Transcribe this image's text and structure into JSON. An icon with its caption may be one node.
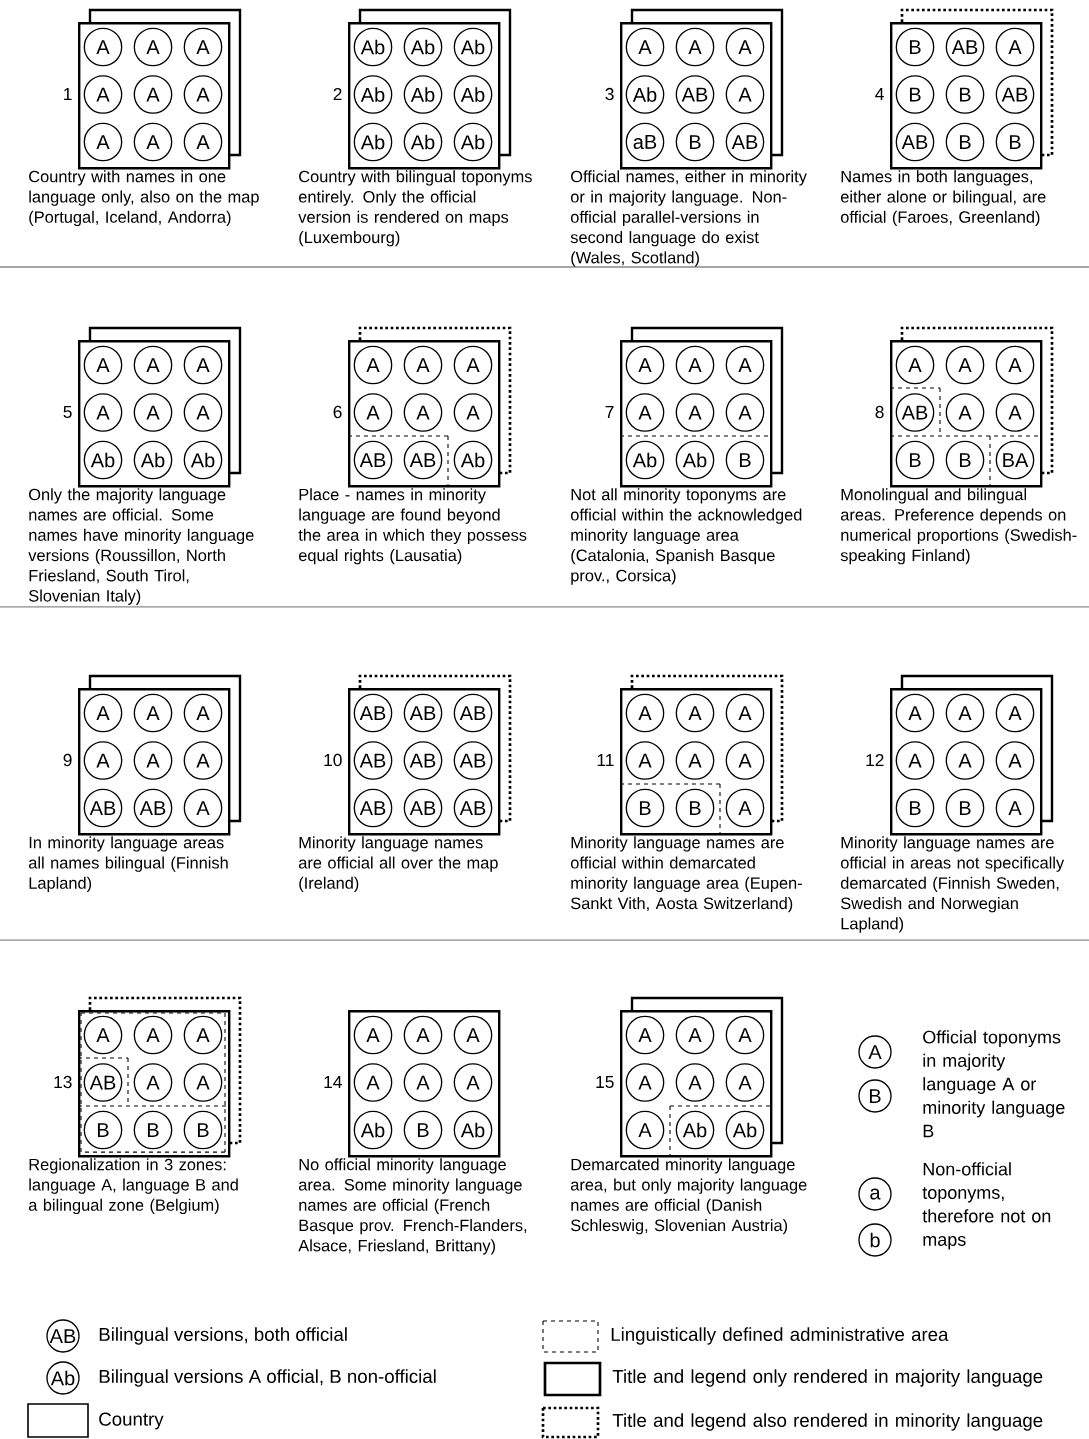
{
  "diagram": {
    "nodes": [
      {
        "text": [],
        "shape": "box",
        "beside": [
          "1",
          "Country with names in one language only, also on the map (Portugal, Iceland, Andorra)"
        ]
      },
      {
        "text": [
          "A"
        ],
        "in": 0
      },
      {
        "text": [
          "A"
        ],
        "in": 0
      },
      {
        "text": [
          "A"
        ],
        "in": 0
      },
      {
        "text": [
          "A"
        ],
        "in": 0
      },
      {
        "text": [
          "A"
        ],
        "in": 0
      },
      {
        "text": [
          "A"
        ],
        "in": 0
      },
      {
        "text": [
          "A"
        ],
        "in": 0
      },
      {
        "text": [
          "A"
        ],
        "in": 0
      },
      {
        "text": [
          "A"
        ],
        "in": 0
      },
      {
        "text": [],
        "shape": "box",
        "beside": [
          "2",
          "Country with bilingual toponyms entirely. Only the official version is rendered on maps (Luxembourg)"
        ]
      },
      {
        "text": [
          "Ab"
        ],
        "in": 10
      },
      {
        "text": [
          "Ab"
        ],
        "in": 10
      },
      {
        "text": [
          "Ab"
        ],
        "in": 10
      },
      {
        "text": [
          "Ab"
        ],
        "in": 10
      },
      {
        "text": [
          "Ab"
        ],
        "in": 10
      },
      {
        "text": [
          "Ab"
        ],
        "in": 10
      },
      {
        "text": [
          "Ab"
        ],
        "in": 10
      },
      {
        "text": [
          "Ab"
        ],
        "in": 10
      },
      {
        "text": [
          "Ab"
        ],
        "in": 10
      },
      {
        "text": [],
        "shape": "box",
        "beside": [
          "3",
          "Official names, either in minority or in majority language. Non-official parallel-versions in second language do exist (Wales, Scotland)"
        ]
      },
      {
        "text": [
          "A"
        ],
        "in": 20
      },
      {
        "text": [
          "A"
        ],
        "in": 20
      },
      {
        "text": [
          "A"
        ],
        "in": 20
      },
      {
        "text": [
          "Ab"
        ],
        "in": 20
      },
      {
        "text": [
          "AB"
        ],
        "in": 20
      },
      {
        "text": [
          "A"
        ],
        "in": 20
      },
      {
        "text": [
          "aB"
        ],
        "in": 20
      },
      {
        "text": [
          "B"
        ],
        "in": 20
      },
      {
        "text": [
          "AB"
        ],
        "in": 20
      },
      {
        "text": [],
        "shape": "box",
        "beside": [
          "4",
          "Names in both languages, either alone or bilingual, are official (Faroes, Greenland)"
        ]
      },
      {
        "text": [
          "B"
        ],
        "in": 30
      },
      {
        "text": [
          "AB"
        ],
        "in": 30
      },
      {
        "text": [
          "A"
        ],
        "in": 30
      },
      {
        "text": [
          "B"
        ],
        "in": 30
      },
      {
        "text": [
          "B"
        ],
        "in": 30
      },
      {
        "text": [
          "AB"
        ],
        "in": 30
      },
      {
        "text": [
          "AB"
        ],
        "in": 30
      },
      {
        "text": [
          "B"
        ],
        "in": 30
      },
      {
        "text": [
          "B"
        ],
        "in": 30
      },
      {
        "text": [],
        "shape": "box",
        "beside": [
          "5",
          "Only the majority language names are official. Some names have minority language versions (Roussillon, North Friesland, South Tirol, Slovenian Italy)"
        ]
      },
      {
        "text": [
          "A"
        ],
        "in": 40
      },
      {
        "text": [
          "A"
        ],
        "in": 40
      },
      {
        "text": [
          "A"
        ],
        "in": 40
      },
      {
        "text": [
          "A"
        ],
        "in": 40
      },
      {
        "text": [
          "A"
        ],
        "in": 40
      },
      {
        "text": [
          "A"
        ],
        "in": 40
      },
      {
        "text": [
          "Ab"
        ],
        "in": 40
      },
      {
        "text": [
          "Ab"
        ],
        "in": 40
      },
      {
        "text": [
          "Ab"
        ],
        "in": 40
      },
      {
        "text": [],
        "shape": "box",
        "beside": [
          "6",
          "Place - names in minority language are found beyond the area in which they possess equal rights (Lausatia)"
        ]
      },
      {
        "text": [
          "A"
        ],
        "in": 50
      },
      {
        "text": [
          "A"
        ],
        "in": 50
      },
      {
        "text": [
          "A"
        ],
        "in": 50
      },
      {
        "text": [
          "A"
        ],
        "in": 50
      },
      {
        "text": [
          "A"
        ],
        "in": 50
      },
      {
        "text": [
          "A"
        ],
        "in": 50
      },
      {
        "text": [
          "AB"
        ],
        "in": 50
      },
      {
        "text": [
          "AB"
        ],
        "in": 50
      },
      {
        "text": [
          "Ab"
        ],
        "in": 50
      },
      {
        "text": [],
        "shape": "box",
        "beside": [
          "7",
          "Not all minority toponyms are official within the acknowledged minority language area (Catalonia, Spanish Basque prov., Corsica)"
        ]
      },
      {
        "text": [
          "A"
        ],
        "in": 60
      },
      {
        "text": [
          "A"
        ],
        "in": 60
      },
      {
        "text": [
          "A"
        ],
        "in": 60
      },
      {
        "text": [
          "A"
        ],
        "in": 60
      },
      {
        "text": [
          "A"
        ],
        "in": 60
      },
      {
        "text": [
          "A"
        ],
        "in": 60
      },
      {
        "text": [
          "Ab"
        ],
        "in": 60
      },
      {
        "text": [
          "Ab"
        ],
        "in": 60
      },
      {
        "text": [
          "B"
        ],
        "in": 60
      },
      {
        "text": [],
        "shape": "box",
        "beside": [
          "8",
          "Monolingual and bilingual areas. Preference depends on numerical proportions (Swedish-speaking Finland)"
        ]
      },
      {
        "text": [
          "A"
        ],
        "in": 70
      },
      {
        "text": [
          "A"
        ],
        "in": 70
      },
      {
        "text": [
          "A"
        ],
        "in": 70
      },
      {
        "text": [
          "AB"
        ],
        "in": 70
      },
      {
        "text": [
          "A"
        ],
        "in": 70
      },
      {
        "text": [
          "A"
        ],
        "in": 70
      },
      {
        "text": [
          "B"
        ],
        "in": 70
      },
      {
        "text": [
          "B"
        ],
        "in": 70
      },
      {
        "text": [
          "BA"
        ],
        "in": 70
      },
      {
        "text": [],
        "shape": "box",
        "beside": [
          "9",
          "In minority language areas all names bilingual (Finnish Lapland)"
        ]
      },
      {
        "text": [
          "A"
        ],
        "in": 80
      },
      {
        "text": [
          "A"
        ],
        "in": 80
      },
      {
        "text": [
          "A"
        ],
        "in": 80
      },
      {
        "text": [
          "A"
        ],
        "in": 80
      },
      {
        "text": [
          "A"
        ],
        "in": 80
      },
      {
        "text": [
          "A"
        ],
        "in": 80
      },
      {
        "text": [
          "AB"
        ],
        "in": 80
      },
      {
        "text": [
          "AB"
        ],
        "in": 80
      },
      {
        "text": [
          "A"
        ],
        "in": 80
      },
      {
        "text": [],
        "shape": "box",
        "beside": [
          "10",
          "Minority language names are official all over the map (Ireland)"
        ]
      },
      {
        "text": [
          "AB"
        ],
        "in": 90
      },
      {
        "text": [
          "AB"
        ],
        "in": 90
      },
      {
        "text": [
          "AB"
        ],
        "in": 90
      },
      {
        "text": [
          "AB"
        ],
        "in": 90
      },
      {
        "text": [
          "AB"
        ],
        "in": 90
      },
      {
        "text": [
          "AB"
        ],
        "in": 90
      },
      {
        "text": [
          "AB"
        ],
        "in": 90
      },
      {
        "text": [
          "AB"
        ],
        "in": 90
      },
      {
        "text": [
          "AB"
        ],
        "in": 90
      },
      {
        "text": [],
        "shape": "box",
        "beside": [
          "11",
          "Minority language names are official within demarcated minority language area (Eupen-Sankt Vith, Aosta Switzerland)"
        ]
      },
      {
        "text": [
          "A"
        ],
        "in": 100
      },
      {
        "text": [
          "A"
        ],
        "in": 100
      },
      {
        "text": [
          "A"
        ],
        "in": 100
      },
      {
        "text": [
          "A"
        ],
        "in": 100
      },
      {
        "text": [
          "A"
        ],
        "in": 100
      },
      {
        "text": [
          "A"
        ],
        "in": 100
      },
      {
        "text": [
          "B"
        ],
        "in": 100
      },
      {
        "text": [
          "B"
        ],
        "in": 100
      },
      {
        "text": [
          "A"
        ],
        "in": 100
      },
      {
        "text": [],
        "shape": "box",
        "beside": [
          "12",
          "Minority language names are official in areas not specifically demarcated (Finnish Sweden, Swedish and Norwegian Lapland)"
        ]
      },
      {
        "text": [
          "A"
        ],
        "in": 110
      },
      {
        "text": [
          "A"
        ],
        "in": 110
      },
      {
        "text": [
          "A"
        ],
        "in": 110
      },
      {
        "text": [
          "A"
        ],
        "in": 110
      },
      {
        "text": [
          "A"
        ],
        "in": 110
      },
      {
        "text": [
          "A"
        ],
        "in": 110
      },
      {
        "text": [
          "B"
        ],
        "in": 110
      },
      {
        "text": [
          "B"
        ],
        "in": 110
      },
      {
        "text": [
          "A"
        ],
        "in": 110
      },
      {
        "text": [],
        "shape": "box",
        "beside": [
          "13",
          "Regionalization in 3 zones: language A, language B and a bilingual zone (Belgium)"
        ]
      },
      {
        "text": [
          "A"
        ],
        "in": 120
      },
      {
        "text": [
          "A"
        ],
        "in": 120
      },
      {
        "text": [
          "A"
        ],
        "in": 120
      },
      {
        "text": [
          "AB"
        ],
        "in": 120
      },
      {
        "text": [
          "A"
        ],
        "in": 120
      },
      {
        "text": [
          "A"
        ],
        "in": 120
      },
      {
        "text": [
          "B"
        ],
        "in": 120
      },
      {
        "text": [
          "B"
        ],
        "in": 120
      },
      {
        "text": [
          "B"
        ],
        "in": 120
      },
      {
        "text": [],
        "shape": "box",
        "beside": [
          "14",
          "No official minority language area. Some minority language names are official (French Basque prov. French-Flanders, Alsace, Friesland, Brittany)"
        ]
      },
      {
        "text": [
          "A"
        ],
        "in": 130
      },
      {
        "text": [
          "A"
        ],
        "in": 130
      },
      {
        "text": [
          "A"
        ],
        "in": 130
      },
      {
        "text": [
          "A"
        ],
        "in": 130
      },
      {
        "text": [
          "A"
        ],
        "in": 130
      },
      {
        "text": [
          "A"
        ],
        "in": 130
      },
      {
        "text": [
          "Ab"
        ],
        "in": 130
      },
      {
        "text": [
          "B"
        ],
        "in": 130
      },
      {
        "text": [
          "Ab"
        ],
        "in": 130
      },
      {
        "text": [],
        "shape": "box",
        "beside": [
          "15",
          "Demarcated minority language area, but only majority language names are official (Danish Schleswig, Slovenian Austria)"
        ]
      },
      {
        "text": [
          "A"
        ],
        "in": 140
      },
      {
        "text": [
          "A"
        ],
        "in": 140
      },
      {
        "text": [
          "A"
        ],
        "in": 140
      },
      {
        "text": [
          "A"
        ],
        "in": 140
      },
      {
        "text": [
          "A"
        ],
        "in": 140
      },
      {
        "text": [
          "A"
        ],
        "in": 140
      },
      {
        "text": [
          "A"
        ],
        "in": 140
      },
      {
        "text": [
          "Ab"
        ],
        "in": 140
      },
      {
        "text": [
          "Ab"
        ],
        "in": 140
      },
      {
        "text": [
          "A"
        ]
      },
      {
        "text": [
          "B"
        ]
      },
      {
        "text": [
          "a"
        ]
      },
      {
        "text": [
          "b"
        ]
      },
      {
        "text": [
          "AB"
        ],
        "beside": [
          "Bilingual versions, both official"
        ]
      },
      {
        "text": [
          "Ab"
        ],
        "beside": [
          "Bilingual versions A official, B non-official"
        ]
      }
    ],
    "labels": [
      "Official toponyms in majority language A or minority language B",
      "Non-official toponyms, therefore not on maps"
    ],
    "legend": [
      {
        "text": "Linguistically defined administrative area"
      },
      {
        "text": "Title and legend only rendered in majority language"
      },
      {
        "text": "Country"
      },
      {
        "text": "Title and legend also rendered in minority language"
      }
    ]
  }
}
